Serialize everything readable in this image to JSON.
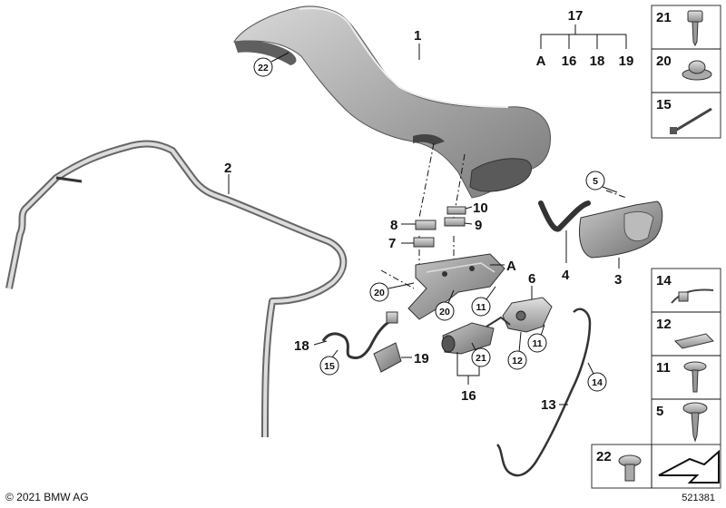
{
  "diagram": {
    "callouts": {
      "c1": "1",
      "c2": "2",
      "c3": "3",
      "c4": "4",
      "c5": "5",
      "c6": "6",
      "c7": "7",
      "c8": "8",
      "c9": "9",
      "c10": "10",
      "cA": "A",
      "c13": "13",
      "c14": "14",
      "c16": "16",
      "c18": "18",
      "c19": "19",
      "c11a": "11",
      "c11b": "11",
      "c12": "12",
      "c15": "15",
      "c20a": "20",
      "c20b": "20",
      "c21": "21",
      "c22": "22"
    },
    "kit": {
      "title": "17",
      "items": [
        "A",
        "16",
        "18",
        "19"
      ]
    },
    "side_panel": [
      {
        "id": "p21",
        "label": "21"
      },
      {
        "id": "p20",
        "label": "20"
      },
      {
        "id": "p15",
        "label": "15"
      }
    ],
    "fastener_panel": [
      {
        "id": "p14",
        "label": "14"
      },
      {
        "id": "p12",
        "label": "12"
      },
      {
        "id": "p11",
        "label": "11"
      },
      {
        "id": "p5",
        "label": "5"
      }
    ],
    "bottom_panel": {
      "label": "22"
    }
  },
  "footer": {
    "copyright": "© 2021 BMW AG",
    "doc_number": "521381"
  }
}
